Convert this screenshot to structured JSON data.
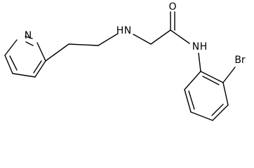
{
  "atoms": {
    "pyridine_n": "N",
    "amine_nh": "H",
    "amine_n": "N",
    "carbonyl_o": "O",
    "amide_nh": "N",
    "amide_h": "H",
    "bromine": "Br"
  },
  "colors": {
    "bond": "#000000",
    "text": "#000000",
    "background": "#ffffff"
  }
}
